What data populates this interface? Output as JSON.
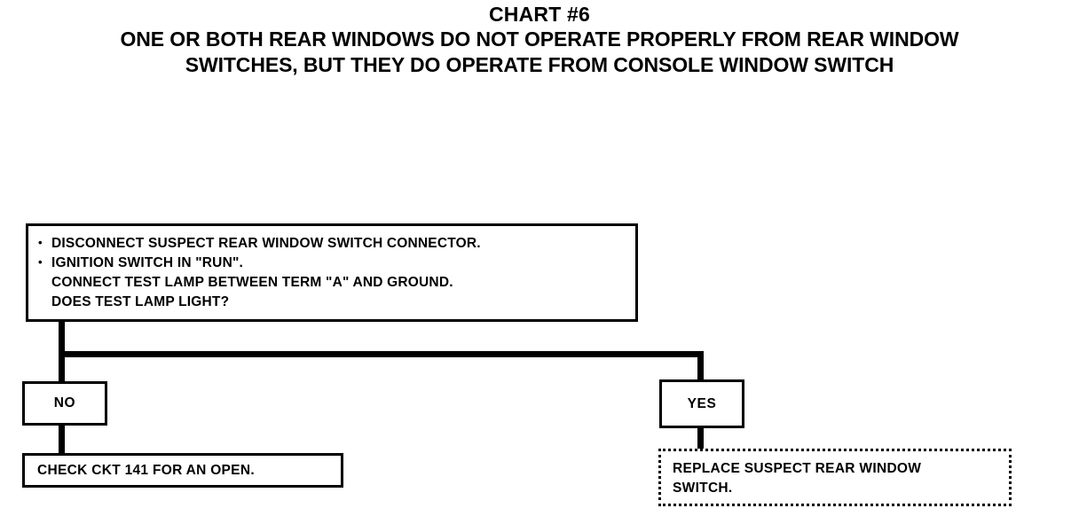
{
  "title": {
    "line1": "CHART #6",
    "line2": "ONE OR BOTH REAR WINDOWS DO NOT OPERATE PROPERLY FROM REAR WINDOW",
    "line3": "SWITCHES, BUT THEY DO OPERATE FROM CONSOLE WINDOW SWITCH"
  },
  "colors": {
    "ink": "#000000",
    "paper": "#ffffff"
  },
  "flow": {
    "question_box": {
      "lines": [
        "DISCONNECT SUSPECT REAR WINDOW SWITCH CONNECTOR.",
        "IGNITION SWITCH IN \"RUN\".",
        "CONNECT TEST LAMP BETWEEN TERM \"A\" AND GROUND.",
        "DOES TEST LAMP LIGHT?"
      ]
    },
    "branch_no": {
      "label": "NO",
      "action": "CHECK CKT 141 FOR AN OPEN."
    },
    "branch_yes": {
      "label": "YES",
      "action_lines": [
        "REPLACE SUSPECT REAR WINDOW",
        "SWITCH."
      ]
    }
  },
  "chart_data": {
    "type": "table",
    "title": "CHART #6 — ONE OR BOTH REAR WINDOWS DO NOT OPERATE PROPERLY FROM REAR WINDOW SWITCHES, BUT THEY DO OPERATE FROM CONSOLE WINDOW SWITCH",
    "nodes": [
      {
        "id": "question",
        "shape": "rectangle",
        "border": "solid",
        "text": "• DISCONNECT SUSPECT REAR WINDOW SWITCH CONNECTOR. • IGNITION SWITCH IN \"RUN\". CONNECT TEST LAMP BETWEEN TERM \"A\" AND GROUND. DOES TEST LAMP LIGHT?"
      },
      {
        "id": "no",
        "shape": "rectangle",
        "border": "solid",
        "text": "NO"
      },
      {
        "id": "yes",
        "shape": "rectangle",
        "border": "solid",
        "text": "YES"
      },
      {
        "id": "check-ckt",
        "shape": "rectangle",
        "border": "solid",
        "text": "CHECK CKT 141 FOR AN OPEN."
      },
      {
        "id": "replace",
        "shape": "rectangle",
        "border": "dotted",
        "text": "REPLACE SUSPECT REAR WINDOW SWITCH."
      }
    ],
    "edges": [
      {
        "from": "question",
        "to": "no"
      },
      {
        "from": "question",
        "to": "yes"
      },
      {
        "from": "no",
        "to": "check-ckt"
      },
      {
        "from": "yes",
        "to": "replace"
      }
    ]
  }
}
